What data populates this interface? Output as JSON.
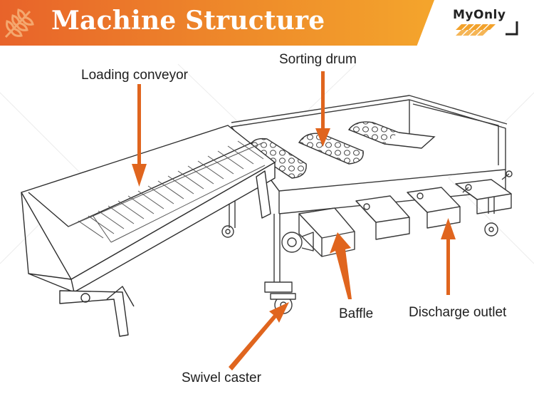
{
  "header": {
    "title": "Machine Structure",
    "brand": "MyOnly",
    "accent_colors": [
      "#e8632a",
      "#f4a52c"
    ]
  },
  "labels": {
    "loading_conveyor": "Loading conveyor",
    "sorting_drum": "Sorting drum",
    "baffle": "Baffle",
    "discharge_outlet": "Discharge outlet",
    "swivel_caster": "Swivel caster"
  },
  "arrow_color": "#e0651e"
}
